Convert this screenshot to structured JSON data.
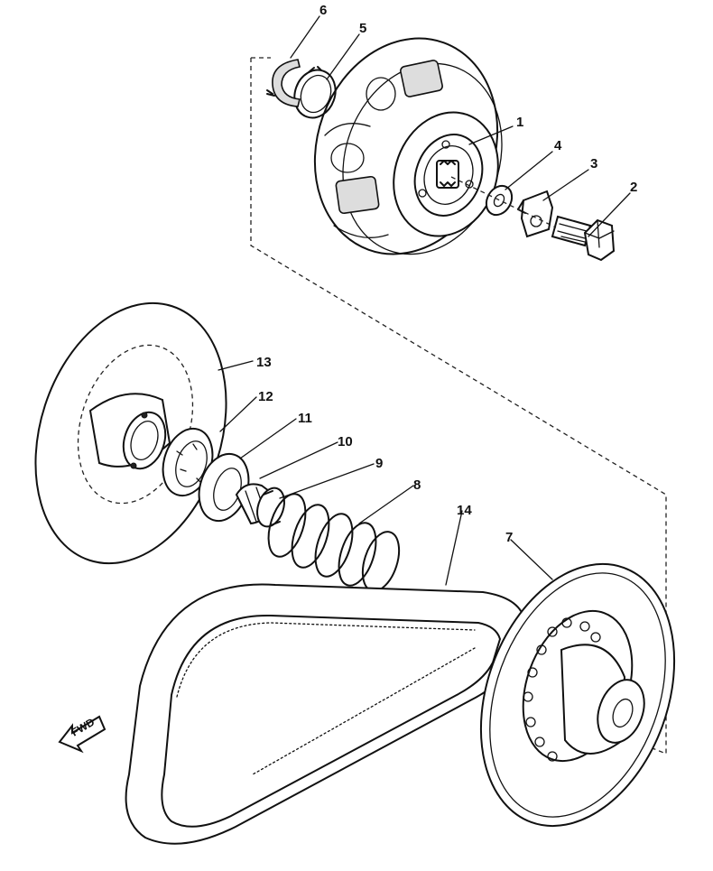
{
  "diagram": {
    "callouts": [
      {
        "id": "c1",
        "text": "1"
      },
      {
        "id": "c2",
        "text": "2"
      },
      {
        "id": "c3",
        "text": "3"
      },
      {
        "id": "c4",
        "text": "4"
      },
      {
        "id": "c5",
        "text": "5"
      },
      {
        "id": "c6",
        "text": "6"
      },
      {
        "id": "c7",
        "text": "7"
      },
      {
        "id": "c8",
        "text": "8"
      },
      {
        "id": "c9",
        "text": "9"
      },
      {
        "id": "c10",
        "text": "10"
      },
      {
        "id": "c11",
        "text": "11"
      },
      {
        "id": "c12",
        "text": "12"
      },
      {
        "id": "c13",
        "text": "13"
      },
      {
        "id": "c14",
        "text": "14"
      }
    ],
    "direction_label": "FWD"
  },
  "colors": {
    "ink": "#111111",
    "paper": "#ffffff"
  }
}
